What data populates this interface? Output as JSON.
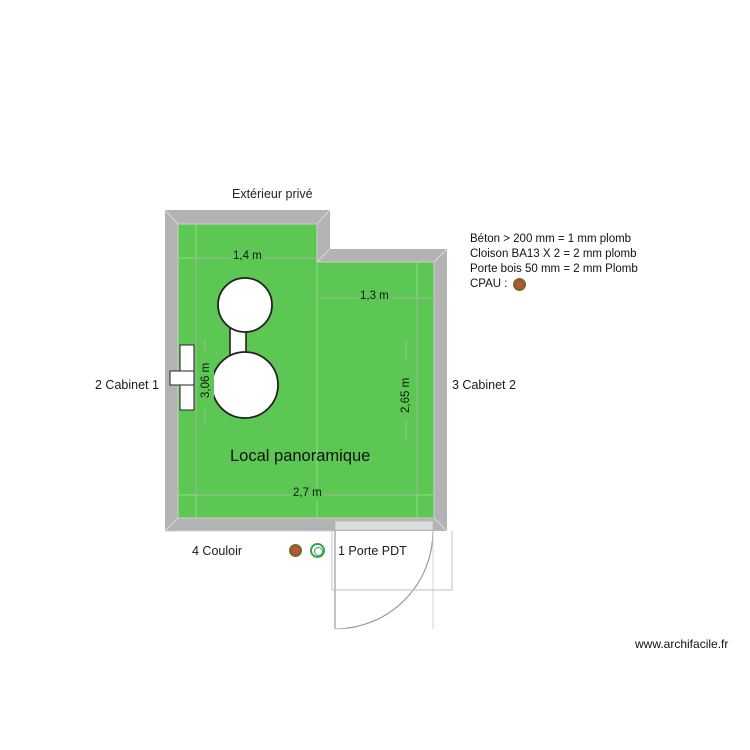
{
  "plan": {
    "exterior_label": "Extérieur privé",
    "room_name": "Local panoramique",
    "dimensions": {
      "top_left": "1,4 m",
      "top_right": "1,3 m",
      "bottom": "2,7 m",
      "left_vertical": "3,06 m",
      "right_vertical": "2,65 m"
    },
    "room_labels": {
      "cabinet_1": "2 Cabinet 1",
      "cabinet_2": "3 Cabinet 2",
      "couloir": "4 Couloir",
      "porte_pdt": "1 Porte PDT"
    },
    "colors": {
      "floor_green": "#5cc853",
      "wall_gray": "#b3b3b3",
      "wall_gray_light": "#c9c9c9",
      "wall_edge": "#8f8f8f",
      "marker_cpau_fill": "#cc4b3c",
      "marker_cpau_border": "#7a6a2a",
      "marker_ring": "#2fa84a",
      "fixture_white": "#ffffff"
    }
  },
  "legend": {
    "lines": [
      "Béton > 200 mm = 1 mm plomb",
      "Cloison BA13 X 2 = 2 mm plomb",
      "Porte bois 50 mm = 2 mm Plomb"
    ],
    "cpau_label": "CPAU :"
  },
  "footer": {
    "url": "www.archifacile.fr"
  }
}
